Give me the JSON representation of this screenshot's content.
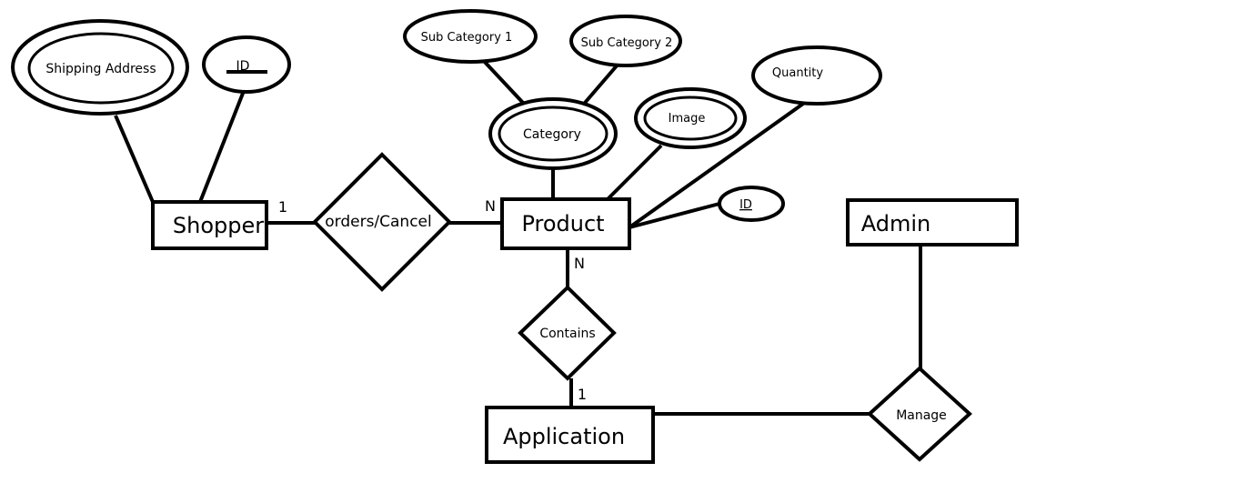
{
  "entities": {
    "shopper": "Shopper",
    "product": "Product",
    "admin": "Admin",
    "application": "Application"
  },
  "relationships": {
    "orders_cancel": "orders/Cancel",
    "contains": "Contains",
    "manage": "Manage"
  },
  "attributes": {
    "shipping_address": "Shipping Address",
    "shopper_id": "ID",
    "category": "Category",
    "sub_category_1": "Sub Category 1",
    "sub_category_2": "Sub Category 2",
    "image": "Image",
    "quantity": "Quantity",
    "product_id": "ID"
  },
  "cardinalities": {
    "shopper_orders": "1",
    "product_orders": "N",
    "product_contains": "N",
    "application_contains": "1"
  }
}
